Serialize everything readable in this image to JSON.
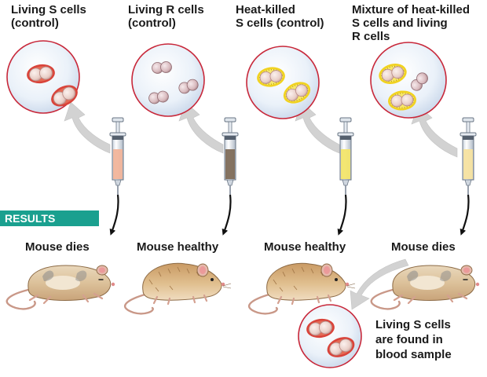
{
  "headers": [
    [
      "Living S cells",
      "(control)"
    ],
    [
      "Living R cells",
      "(control)"
    ],
    [
      "Heat-killed",
      "S cells (control)"
    ],
    [
      "Mixture of heat-killed",
      "S cells and living",
      "R cells"
    ]
  ],
  "results_label": "RESULTS",
  "outcomes": [
    "Mouse dies",
    "Mouse healthy",
    "Mouse healthy",
    "Mouse dies"
  ],
  "final_note": [
    "Living S cells",
    "are found in",
    "blood sample"
  ],
  "colors": {
    "results_bar": "#1aa08f",
    "circle_border": "#c8283a",
    "dish_fill": "#e4eef8",
    "s_capsule": "#d9433a",
    "heat_killed_capsule": "#f1d21f",
    "r_cell": "#d8b9bd",
    "mouse_fur": "#d8b483",
    "arrow_gray": "#cccccc"
  }
}
